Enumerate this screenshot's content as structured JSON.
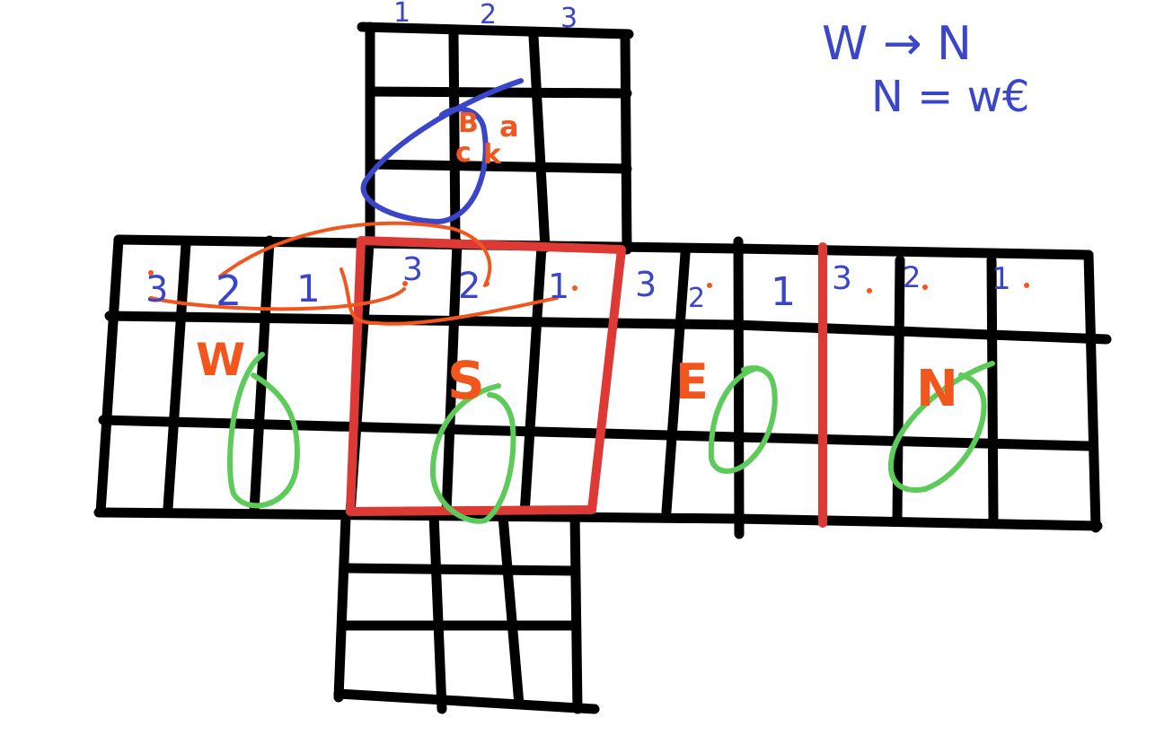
{
  "colors": {
    "ink": "#000000",
    "blue": "#3a45c8",
    "orange": "#f2561d",
    "red": "#dd3a36",
    "green": "#5ccb59",
    "background": "#ffffff"
  },
  "notes": {
    "line1": "W → N",
    "line2": "N = w€"
  },
  "top_column_numbers": [
    "1",
    "2",
    "3"
  ],
  "face_labels": {
    "west": "W",
    "south": "S",
    "east": "E",
    "north": "N"
  },
  "top_face_marks": {
    "b": "B",
    "a": "a",
    "c": "c",
    "k": "k"
  },
  "edge_numbers": {
    "west": [
      "3",
      "2",
      "1"
    ],
    "south": [
      "3",
      "2",
      "1"
    ],
    "east": [
      "3",
      "2",
      "1"
    ],
    "north": [
      "3",
      "2",
      "1"
    ]
  }
}
